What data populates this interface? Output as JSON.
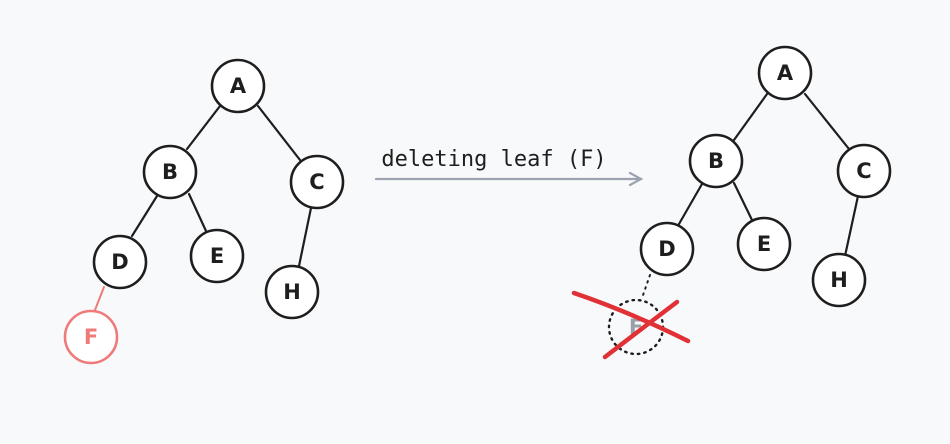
{
  "transition": {
    "label": "deleting leaf (F)"
  },
  "before_tree": {
    "nodes": [
      {
        "id": "A",
        "label": "A"
      },
      {
        "id": "B",
        "label": "B"
      },
      {
        "id": "C",
        "label": "C"
      },
      {
        "id": "D",
        "label": "D"
      },
      {
        "id": "E",
        "label": "E"
      },
      {
        "id": "H",
        "label": "H"
      },
      {
        "id": "F",
        "label": "F",
        "state": "to-be-deleted"
      }
    ],
    "edges": [
      [
        "A",
        "B"
      ],
      [
        "A",
        "C"
      ],
      [
        "B",
        "D"
      ],
      [
        "B",
        "E"
      ],
      [
        "C",
        "H"
      ],
      [
        "D",
        "F"
      ]
    ]
  },
  "after_tree": {
    "nodes": [
      {
        "id": "A",
        "label": "A"
      },
      {
        "id": "B",
        "label": "B"
      },
      {
        "id": "C",
        "label": "C"
      },
      {
        "id": "D",
        "label": "D"
      },
      {
        "id": "E",
        "label": "E"
      },
      {
        "id": "H",
        "label": "H"
      },
      {
        "id": "F",
        "label": "F",
        "state": "deleted"
      }
    ],
    "edges": [
      [
        "A",
        "B"
      ],
      [
        "A",
        "C"
      ],
      [
        "B",
        "D"
      ],
      [
        "B",
        "E"
      ],
      [
        "C",
        "H"
      ],
      [
        "D",
        "F"
      ]
    ]
  },
  "colors": {
    "stroke": "#1e1e1e",
    "highlight": "#ef7a7a",
    "cross": "#e03236",
    "arrow": "#9aa3ae",
    "background": "#f8f9fb"
  }
}
